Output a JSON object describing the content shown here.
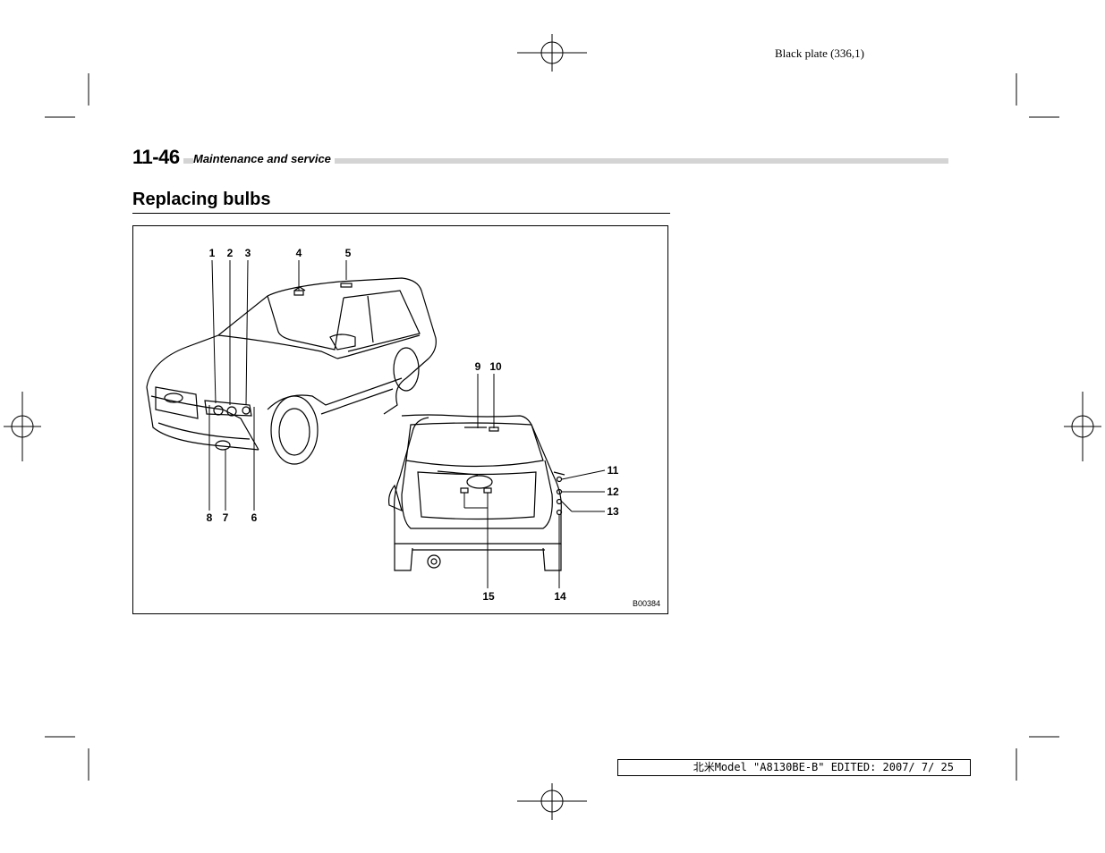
{
  "plate_info": "Black plate (336,1)",
  "header": {
    "page_number": "11-46",
    "section": "Maintenance and service"
  },
  "title": "Replacing bulbs",
  "figure": {
    "callouts": [
      "1",
      "2",
      "3",
      "4",
      "5",
      "6",
      "7",
      "8",
      "9",
      "10",
      "11",
      "12",
      "13",
      "14",
      "15"
    ],
    "figure_id": "B00384"
  },
  "footer": "北米Model \"A8130BE-B\" EDITED: 2007/ 7/ 25"
}
